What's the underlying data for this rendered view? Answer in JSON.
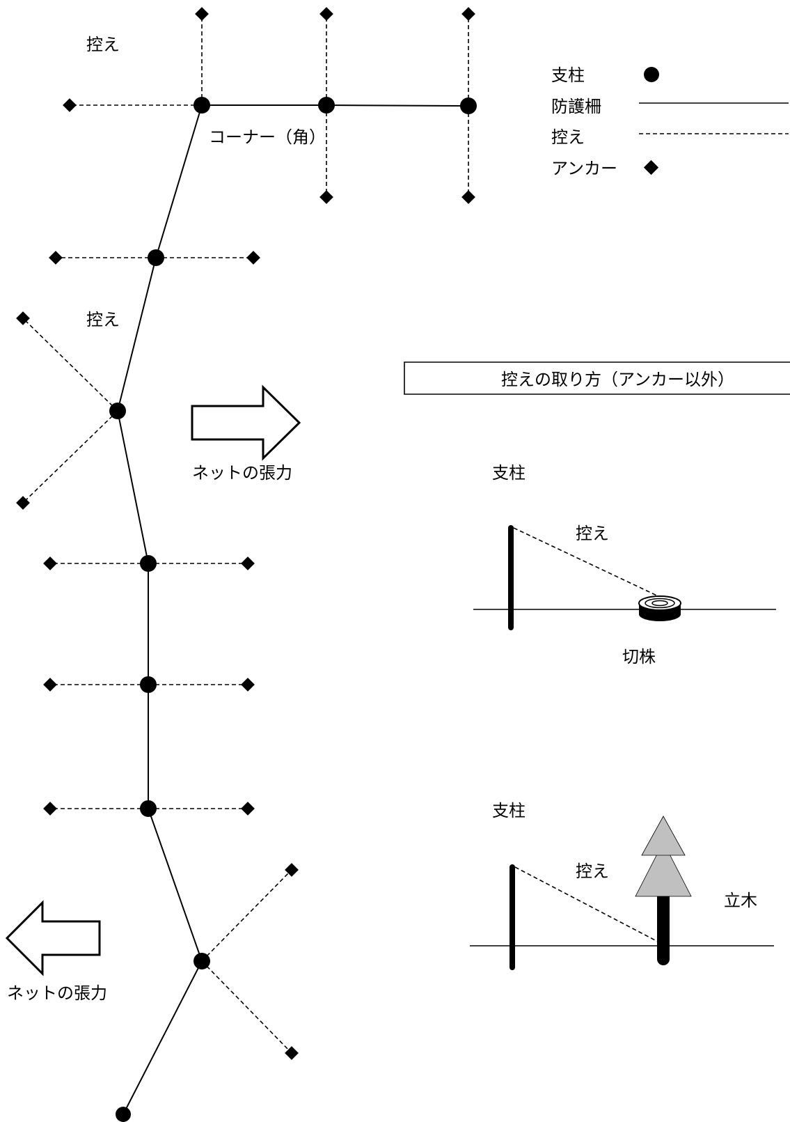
{
  "labels": {
    "brace_top": "控え",
    "corner": "コーナー（角）",
    "brace_mid": "控え",
    "tension_right": "ネットの張力",
    "tension_left": "ネットの張力"
  },
  "legend": {
    "post": "支柱",
    "fence": "防護柵",
    "brace": "控え",
    "anchor": "アンカー"
  },
  "method_box": {
    "title": "控えの取り方（アンカー以外）",
    "stump": {
      "post": "支柱",
      "brace": "控え",
      "object": "切株"
    },
    "tree": {
      "post": "支柱",
      "brace": "控え",
      "object": "立木"
    }
  },
  "colors": {
    "line": "#000000",
    "tree_foliage": "#c0c0c0"
  }
}
